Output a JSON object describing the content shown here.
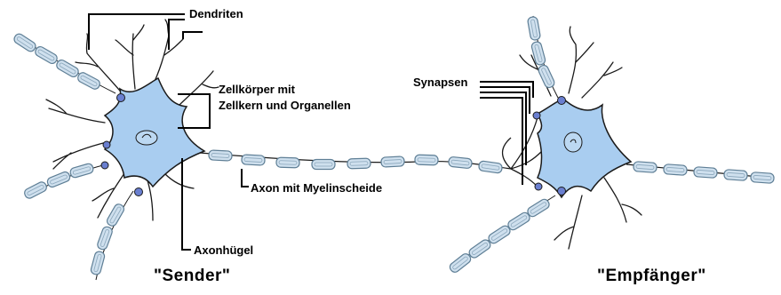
{
  "labels": {
    "dendrites": "Dendriten",
    "cell_body_line1": "Zellkörper mit",
    "cell_body_line2": "Zellkern und Organellen",
    "synapses": "Synapsen",
    "axon": "Axon mit Myelinscheide",
    "axon_hillock": "Axonhügel",
    "sender": "\"Sender\"",
    "receiver": "\"Empfänger\""
  },
  "colors": {
    "cell_fill": "#a9cdf0",
    "myelin_fill": "#cfe0ee",
    "myelin_outline": "#5f7f96",
    "synapse_knob": "#6a7fd0",
    "ink": "#1a1a1a"
  }
}
